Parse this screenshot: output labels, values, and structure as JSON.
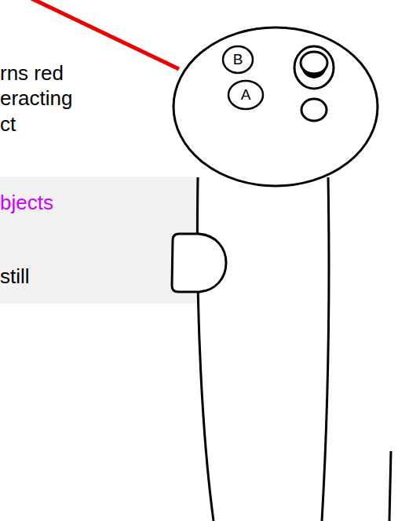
{
  "diagram": {
    "nodes": [
      {
        "text": [
          "B"
        ]
      },
      {
        "text": [
          "A"
        ]
      }
    ],
    "labels": [
      "rns red",
      "eracting",
      "ct",
      "bjects",
      "still"
    ]
  }
}
